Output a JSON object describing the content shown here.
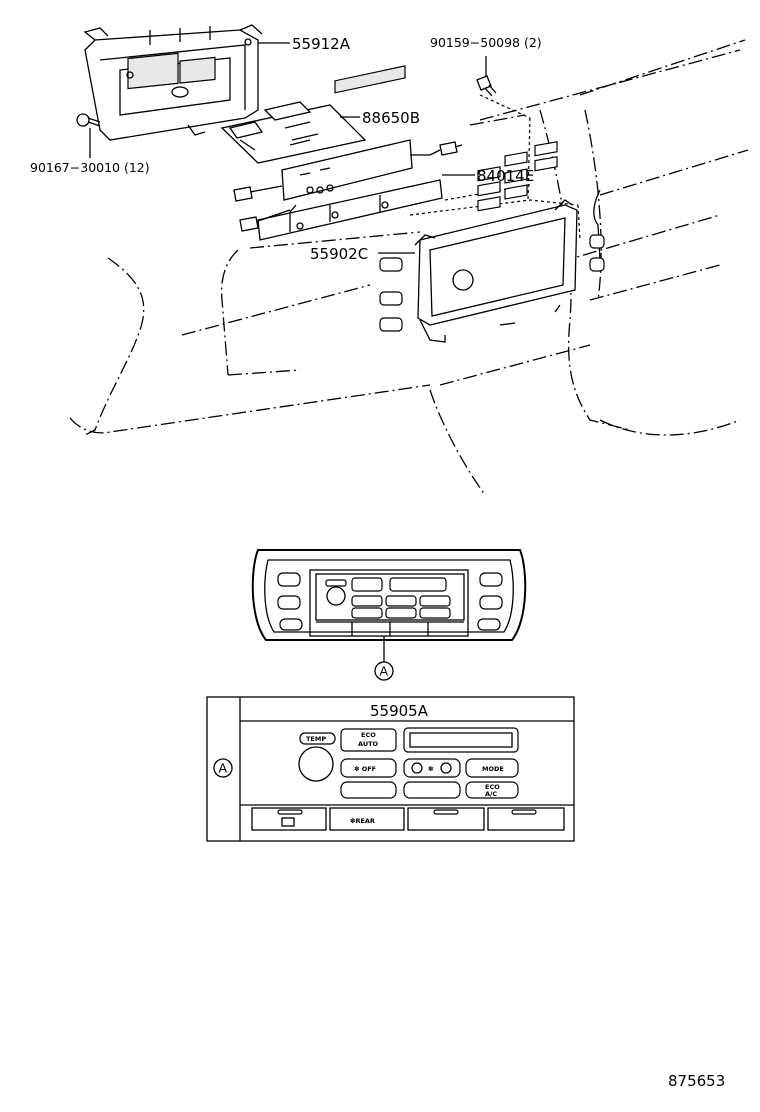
{
  "labels": {
    "p55912A": "55912A",
    "p90159": "90159−50098 (2)",
    "p88650B": "88650B",
    "p90167": "90167−30010 (12)",
    "p84014E": "84014E",
    "p55902C": "55902C",
    "p55905A": "55905A",
    "callout": "A",
    "drawing_no": "875653"
  },
  "panel_buttons": {
    "temp": "TEMP",
    "auto_top": "ECO",
    "auto": "AUTO",
    "off": "✽ OFF",
    "mode": "MODE",
    "ac_top": "ECO",
    "ac": "A/C",
    "fan": "✽",
    "rear": "✽REAR"
  }
}
